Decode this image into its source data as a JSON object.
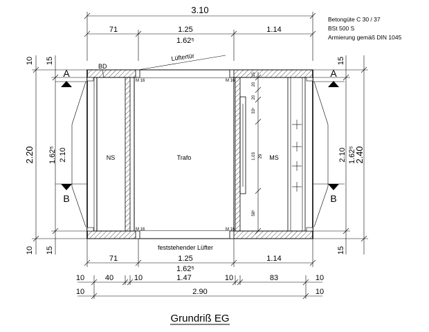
{
  "notes": {
    "line1": "Betongüte C 30 / 37",
    "line2": "BSt 500 S",
    "line3": "Armierung gemäß DIN 1045"
  },
  "title": "Grundriß  EG",
  "rooms": {
    "ns": "NS",
    "trafo": "Trafo",
    "ms": "MS",
    "bd": "BD"
  },
  "vents": {
    "door": "Lüftertür",
    "fixed": "feststehender Lüfter"
  },
  "mounts": {
    "m16": "M 16"
  },
  "sections": {
    "a": "A",
    "b": "B"
  },
  "dims": {
    "top_total": "3.10",
    "top_left": "71",
    "top_mid": "1.25",
    "top_mid_sub": "1.62⁵",
    "top_right": "1.14",
    "bot_left": "71",
    "bot_mid": "1.25",
    "bot_mid_sub": "1.62⁵",
    "bot_right": "1.14",
    "bot2_a": "10",
    "bot2_b": "40",
    "bot2_c": "10",
    "bot2_d": "1.47",
    "bot2_e": "10",
    "bot2_f": "83",
    "bot2_g": "10",
    "bot3_left": "10",
    "bot3_mid": "2.90",
    "bot3_right": "10",
    "left_total": "2.20",
    "left_top": "10",
    "left_top2": "15",
    "left_inner": "2.10",
    "left_inner_sub": "1.62⁵",
    "left_bot": "10",
    "left_bot2": "15",
    "right_total": "2.40",
    "right_inner": "2.10",
    "right_inner_sub": "1.62⁵",
    "right_top": "15",
    "right_bot": "15",
    "inner_20a": "20",
    "inner_20b": "20",
    "inner_15": "15",
    "inner_33": "33⁵",
    "inner_103": "1.03",
    "inner_29": "29",
    "inner_58": "58⁵"
  }
}
